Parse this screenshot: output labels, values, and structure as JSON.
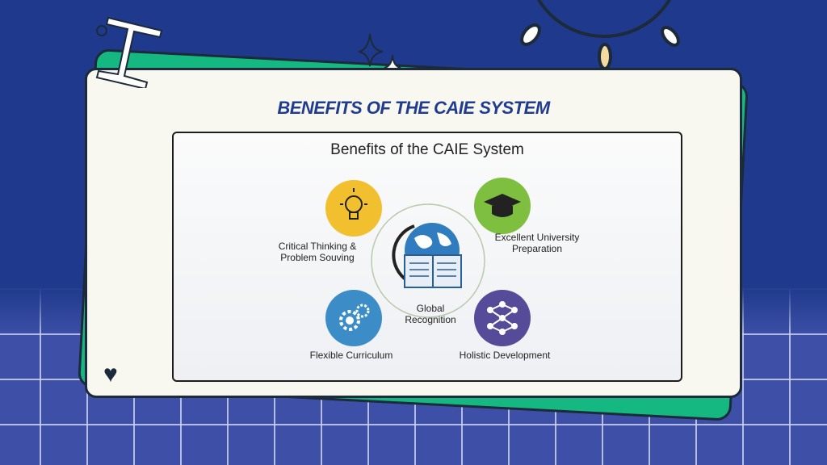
{
  "slide": {
    "title": "BENEFITS OF THE CAIE SYSTEM"
  },
  "diagram": {
    "title": "Benefits of the CAIE System",
    "center": "Global Recognition",
    "items": [
      {
        "label": "Critical Thinking & Problem Souving",
        "icon": "lightbulb-icon",
        "color": "#f2c02e"
      },
      {
        "label": "Excellent University Preparation",
        "icon": "graduation-cap-icon",
        "color": "#7fbf3f"
      },
      {
        "label": "Flexible Curriculum",
        "icon": "gears-icon",
        "color": "#3c8cc8"
      },
      {
        "label": "Holistic Development",
        "icon": "network-icon",
        "color": "#554b99"
      }
    ]
  },
  "colors": {
    "background": "#1f3a8c",
    "card": "#f8f7f0",
    "accent": "#16b882",
    "title": "#203c8f"
  }
}
